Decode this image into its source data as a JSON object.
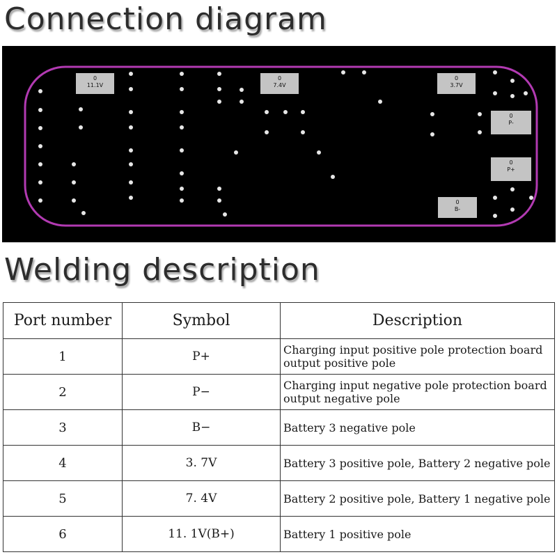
{
  "titles": {
    "connection": "Connection diagram",
    "welding": "Welding description"
  },
  "board": {
    "colors": {
      "background": "#000000",
      "outline": "#b23ab2",
      "pad": "#e6e6e6",
      "label_bg": "#c4c4c4"
    },
    "pads": [
      {
        "index": "0",
        "text": "11.1V"
      },
      {
        "index": "0",
        "text": "7.4V"
      },
      {
        "index": "0",
        "text": "3.7V"
      },
      {
        "index": "0",
        "text": "P-"
      },
      {
        "index": "0",
        "text": "P+"
      },
      {
        "index": "0",
        "text": "B-"
      }
    ]
  },
  "table": {
    "headers": [
      "Port number",
      "Symbol",
      "Description"
    ],
    "rows": [
      {
        "port": "1",
        "symbol": "P+",
        "description": "Charging input positive pole protection board output positive pole"
      },
      {
        "port": "2",
        "symbol": "P−",
        "description": "Charging input negative pole protection board output negative pole"
      },
      {
        "port": "3",
        "symbol": "B−",
        "description": "Battery 3 negative pole"
      },
      {
        "port": "4",
        "symbol": "3. 7V",
        "description": "Battery 3 positive pole, Battery 2 negative pole"
      },
      {
        "port": "5",
        "symbol": "7. 4V",
        "description": "Battery 2 positive pole, Battery 1 negative pole"
      },
      {
        "port": "6",
        "symbol": "11. 1V(B+)",
        "description": "Battery 1 positive pole"
      }
    ]
  }
}
